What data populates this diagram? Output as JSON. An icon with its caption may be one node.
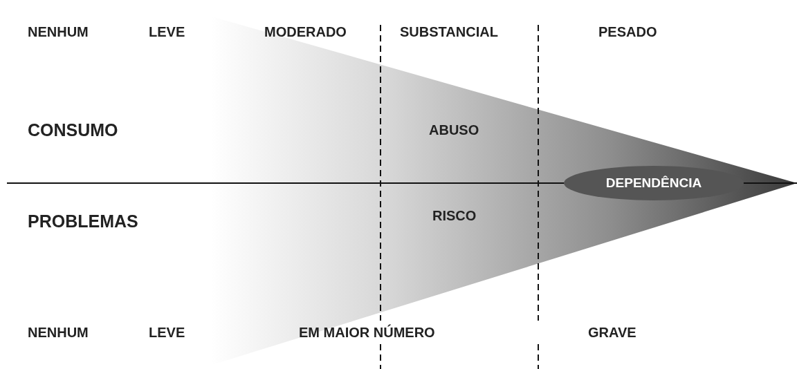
{
  "diagram": {
    "nodes": [
      {
        "text": [
          "DEPENDÊNCIA"
        ]
      }
    ],
    "labels": [
      "NENHUM",
      "LEVE",
      "MODERADO",
      "SUBSTANCIAL",
      "PESADO",
      "CONSUMO",
      "ABUSO",
      "PROBLEMAS",
      "RISCO",
      "NENHUM",
      "LEVE",
      "EM MAIOR NÚMERO",
      "GRAVE"
    ]
  }
}
